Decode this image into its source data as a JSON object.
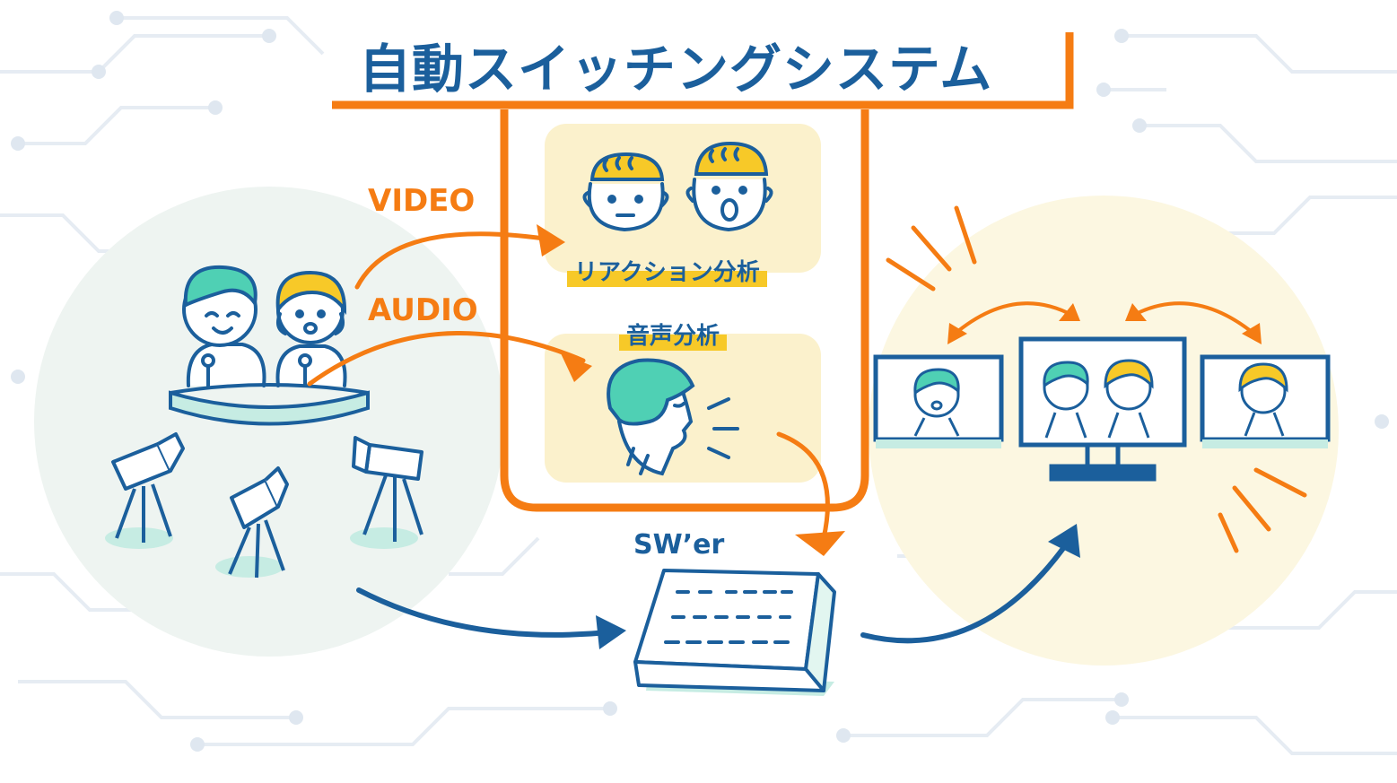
{
  "title": "自動スイッチングシステム",
  "signals": {
    "video": "VIDEO",
    "audio": "AUDIO"
  },
  "modules": {
    "reaction_analysis": "リアクション分析",
    "voice_analysis": "音声分析"
  },
  "switcher_label": "SW’er",
  "colors": {
    "accent_orange": "#f57c13",
    "primary_blue": "#1b5f9c",
    "highlight_yellow": "#f7c928",
    "teal": "#4fd0b4",
    "panel_beige": "#fbf1cc"
  },
  "icons": [
    "circuit-background",
    "studio-hosts-icon",
    "camera-icon",
    "face-icon",
    "speaking-face-icon",
    "switcher-console-icon",
    "monitor-icon"
  ]
}
